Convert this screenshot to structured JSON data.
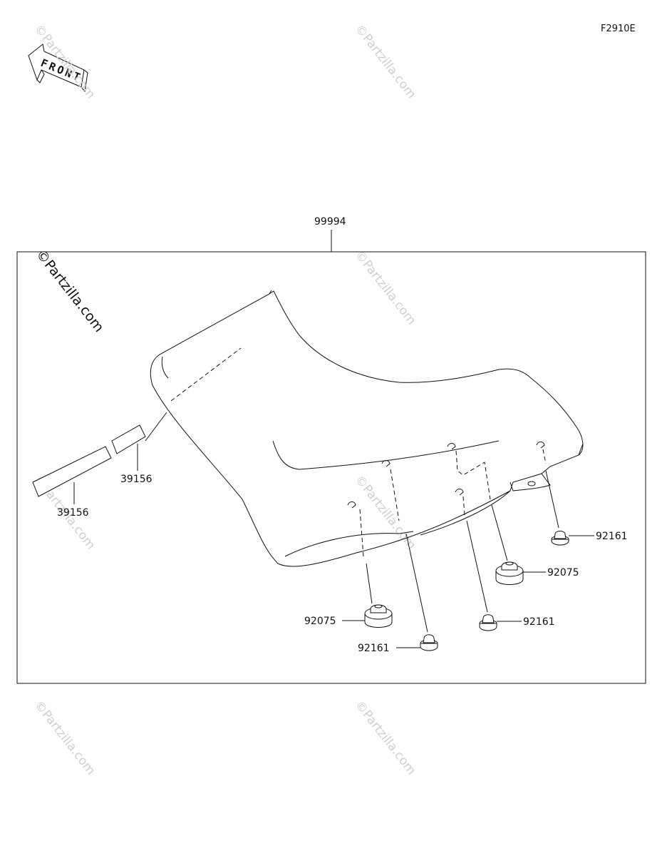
{
  "figure_code": "F2910E",
  "front_arrow_text": "FRONT",
  "watermark": "©Partzilla.com",
  "parts": {
    "seat": "99994",
    "strap_upper": "39156",
    "strap_lower": "39156",
    "damper_right_top": "92161",
    "damper_right_large": "92075",
    "damper_center": "92161",
    "damper_left_large": "92075",
    "damper_left_small": "92161"
  }
}
